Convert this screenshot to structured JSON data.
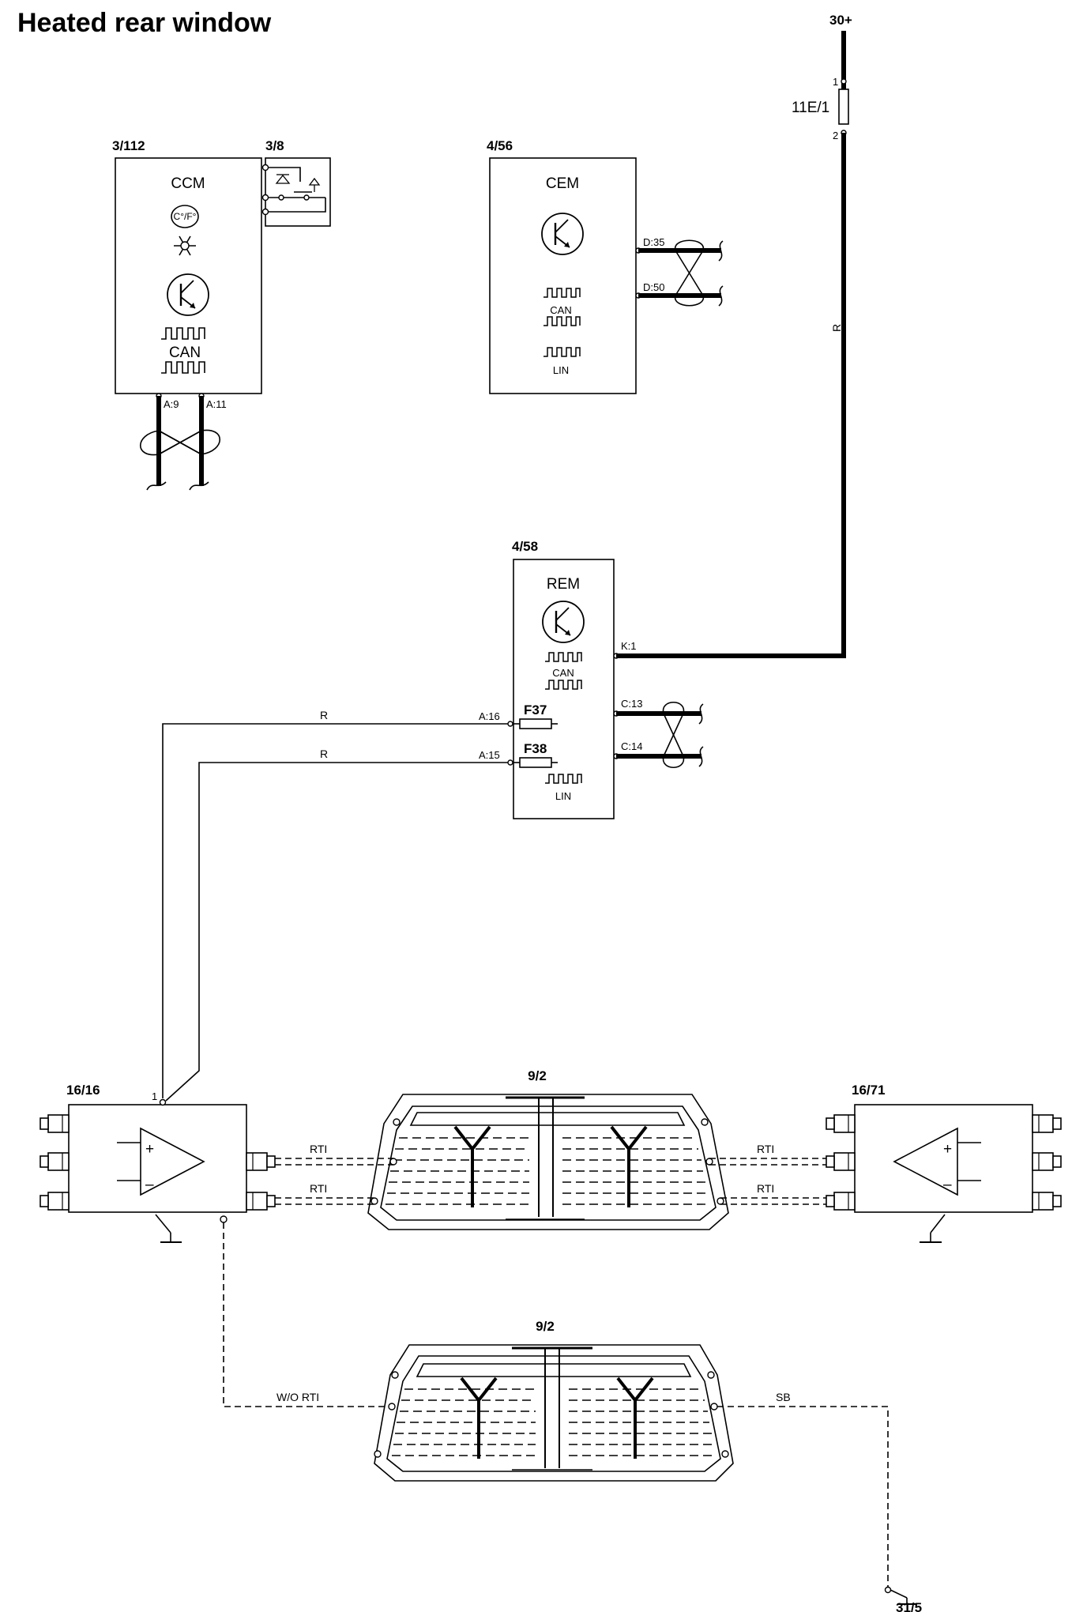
{
  "title": "Heated rear window",
  "supply": {
    "label": "30+",
    "fuse": "11E/1",
    "fuse_pin_top": "1",
    "fuse_pin_bottom": "2",
    "wire_color": "R"
  },
  "ground": {
    "label": "31/5"
  },
  "modules": {
    "ccm": {
      "id": "3/112",
      "name": "CCM",
      "temp_symbol": "C°/F°",
      "bus": "CAN",
      "pins": [
        "A:9",
        "A:11"
      ]
    },
    "switch": {
      "id": "3/8"
    },
    "cem": {
      "id": "4/56",
      "name": "CEM",
      "bus_can": "CAN",
      "bus_lin": "LIN",
      "pins": [
        "D:35",
        "D:50"
      ]
    },
    "rem": {
      "id": "4/58",
      "name": "REM",
      "bus_can": "CAN",
      "bus_lin": "LIN",
      "pins": {
        "k1": "K:1",
        "c13": "C:13",
        "c14": "C:14",
        "a16": "A:16",
        "a15": "A:15"
      },
      "fuses": [
        "F37",
        "F38"
      ]
    },
    "amp_left": {
      "id": "16/16",
      "pin": "1"
    },
    "amp_right": {
      "id": "16/71"
    },
    "window_top": {
      "id": "9/2"
    },
    "window_bottom": {
      "id": "9/2"
    }
  },
  "wires": {
    "r_upper": "R",
    "r_lower": "R",
    "rti_left_top": "RTI",
    "rti_left_bottom": "RTI",
    "rti_right_top": "RTI",
    "rti_right_bottom": "RTI",
    "wo_rti": "W/O RTI",
    "sb": "SB"
  }
}
